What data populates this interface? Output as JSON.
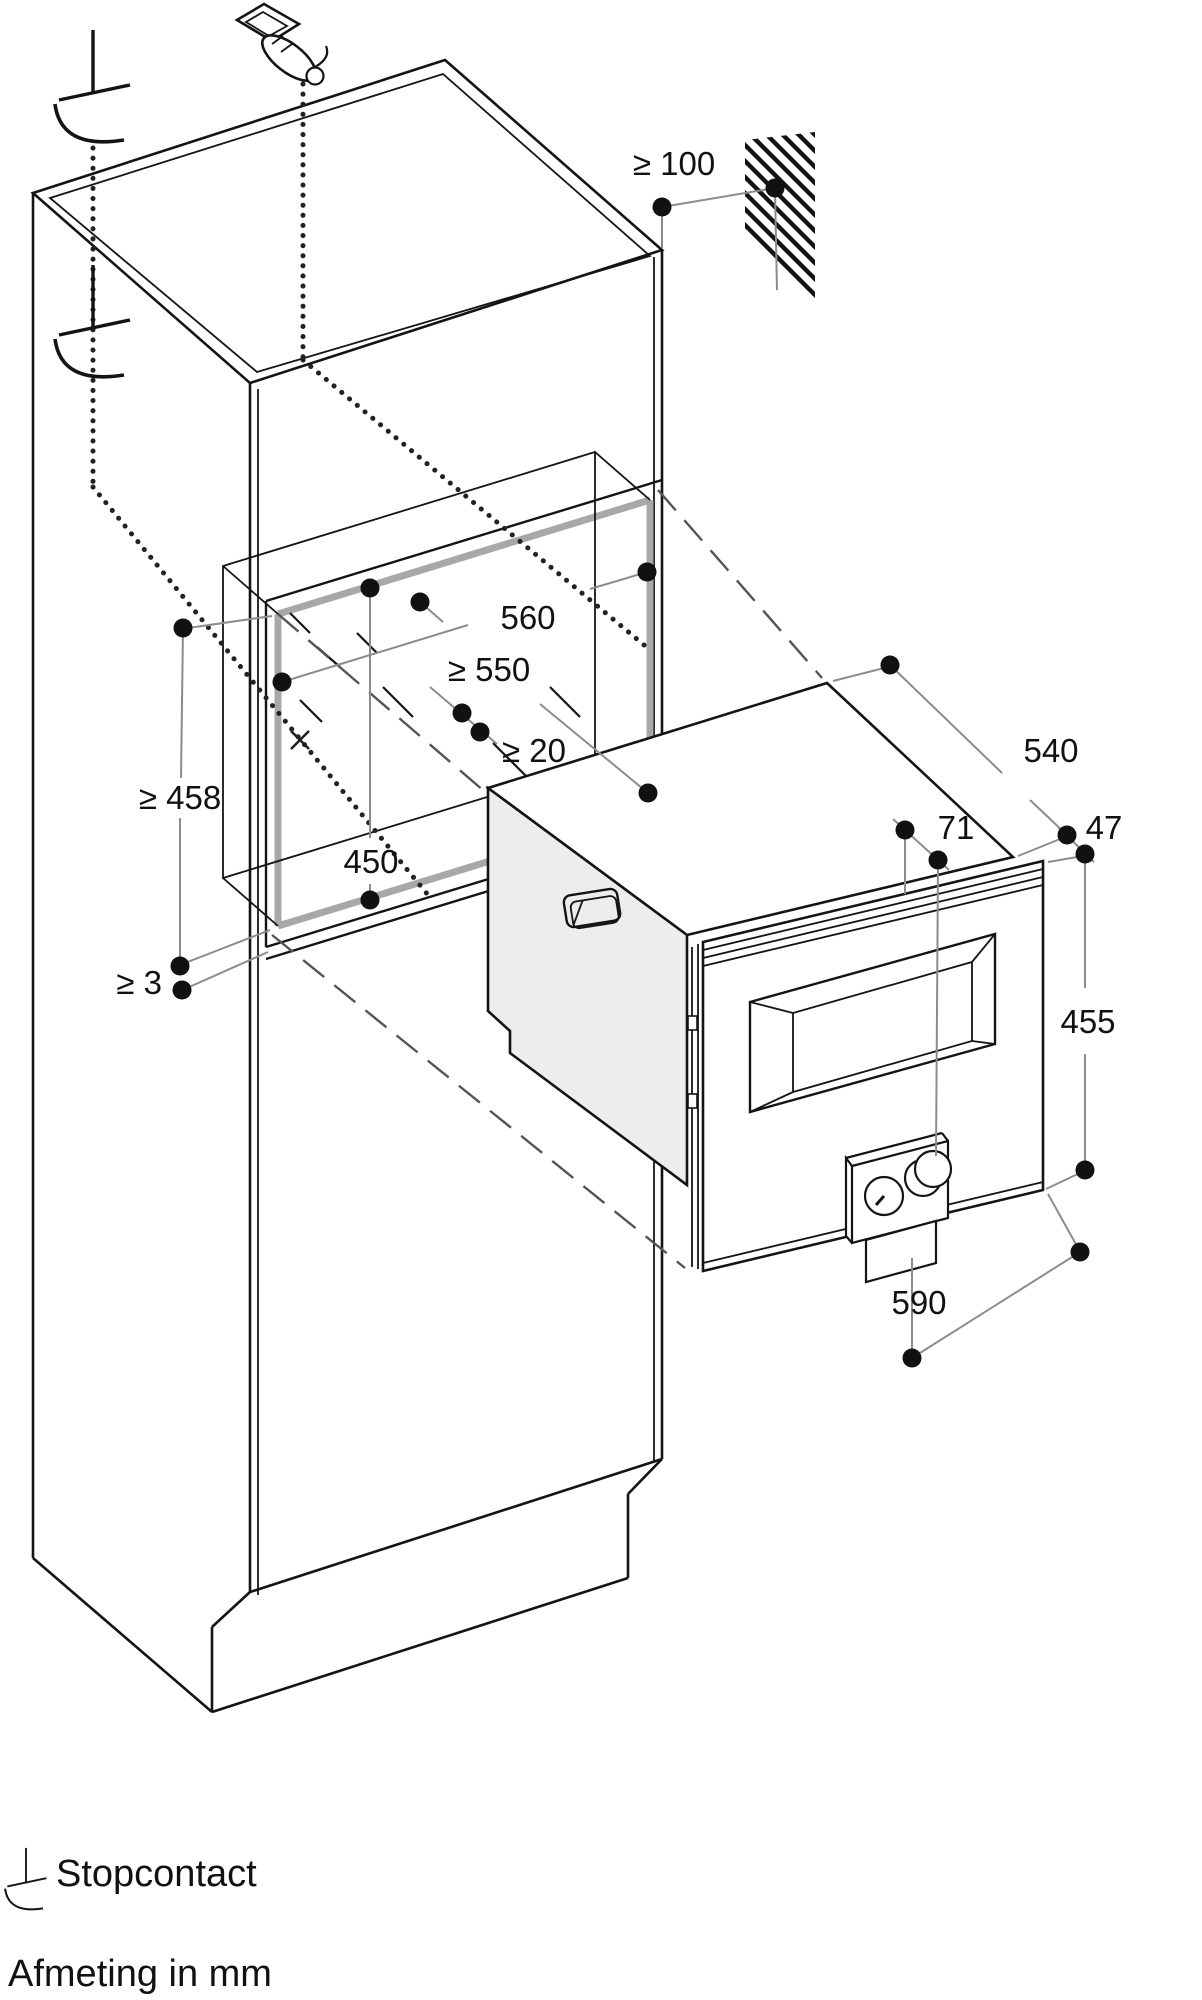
{
  "diagram": {
    "title": "built-in-appliance-installation-diagram",
    "units_note": "Afmeting in mm",
    "legend": {
      "socket_symbol_label": "Stopcontact"
    },
    "dimensions_mm": [
      {
        "id": "wall-clearance",
        "label": "≥ 100"
      },
      {
        "id": "niche-width",
        "label": "560"
      },
      {
        "id": "niche-depth",
        "label": "≥ 550"
      },
      {
        "id": "cable-gap",
        "label": "≥ 20"
      },
      {
        "id": "niche-front-height",
        "label": "≥ 458"
      },
      {
        "id": "niche-height",
        "label": "450"
      },
      {
        "id": "bottom-gap",
        "label": "≥ 3"
      },
      {
        "id": "appliance-depth",
        "label": "540"
      },
      {
        "id": "knob-offset",
        "label": "71"
      },
      {
        "id": "door-offset",
        "label": "47"
      },
      {
        "id": "appliance-height",
        "label": "455"
      },
      {
        "id": "appliance-width",
        "label": "590"
      }
    ],
    "colors": {
      "outline": "#141414",
      "dimension_line": "#8c8c8c",
      "niche_highlight": "#a8a8a8",
      "side_panel_fill": "#ededed",
      "background": "#ffffff"
    }
  }
}
